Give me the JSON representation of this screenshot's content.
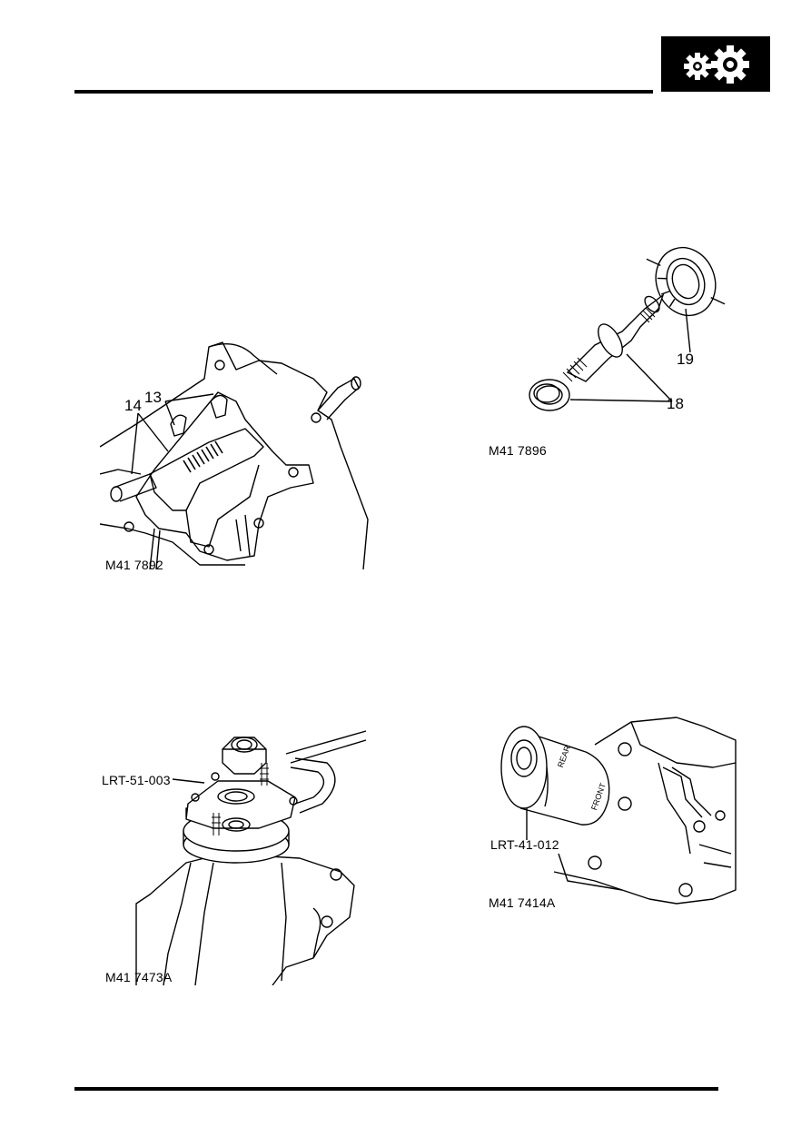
{
  "header": {
    "icon": "gears-icon"
  },
  "figures": [
    {
      "id": "fig1",
      "caption": "M41 7892",
      "callouts": [
        "13",
        "14"
      ]
    },
    {
      "id": "fig2",
      "caption": "M41 7896",
      "callouts": [
        "19",
        "18"
      ]
    },
    {
      "id": "fig3",
      "caption": "M41 7473A",
      "tool_label": "LRT-51-003"
    },
    {
      "id": "fig4",
      "caption": "M41 7414A",
      "tool_label": "LRT-41-012",
      "tool_markings": [
        "REAR",
        "FRONT"
      ]
    }
  ]
}
